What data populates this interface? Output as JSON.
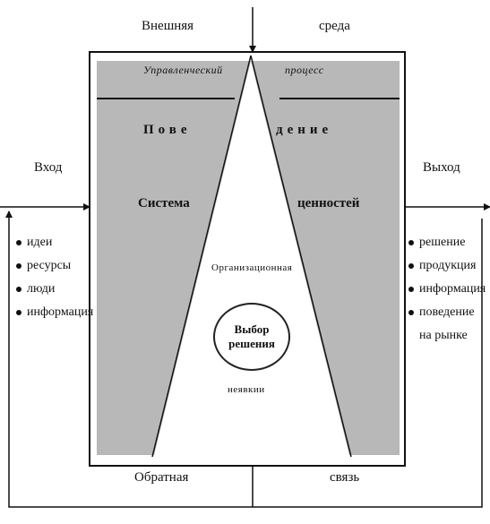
{
  "top": {
    "left": "Внешняя",
    "right": "среда"
  },
  "process": {
    "left": "Управленческий",
    "right": "процесс"
  },
  "behavior": {
    "left": "Пове",
    "right": "дение"
  },
  "values": {
    "left": "Система",
    "right": "ценностей"
  },
  "io": {
    "input": "Вход",
    "output": "Выход"
  },
  "org": {
    "top": "Организационная",
    "bottom": "неявкии"
  },
  "decision": {
    "line1": "Выбор",
    "line2": "решения"
  },
  "feedback": {
    "left": "Обратная",
    "right": "связь"
  },
  "inputs": [
    "идеи",
    "ресурсы",
    "люди",
    "информация"
  ],
  "outputs": [
    "решение",
    "продукция",
    "информация",
    "поведение",
    "на рынке"
  ],
  "colors": {
    "panel": "#b8b8b8",
    "line": "#111111",
    "background": "#ffffff"
  }
}
